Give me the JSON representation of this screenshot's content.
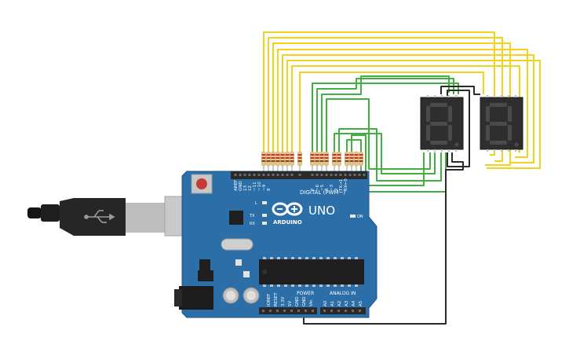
{
  "board": {
    "brand": "ARDUINO",
    "model": "UNO",
    "digital_label": "DIGITAL (PWM~)",
    "power_label": "POWER",
    "analog_label": "ANALOG IN",
    "on_label": "ON",
    "l_label": "L",
    "tx_label": "TX",
    "rx_label": "RX",
    "digital_pins": [
      "AREF",
      "GND",
      "13",
      "12",
      "~11",
      "~10",
      "~9",
      "8",
      "7",
      "~6",
      "~5",
      "4",
      "~3",
      "2",
      "TX→1",
      "RX←0"
    ],
    "power_pins": [
      "IOREF",
      "RESET",
      "3.3V",
      "5V",
      "GND",
      "GND",
      "Vin"
    ],
    "analog_pins": [
      "A0",
      "A1",
      "A2",
      "A3",
      "A4",
      "A5"
    ]
  },
  "displays": [
    {
      "name": "seven-segment-display-1"
    },
    {
      "name": "seven-segment-display-2"
    }
  ],
  "colors": {
    "board": "#2b6ea8",
    "wire_yellow": "#f2d21b",
    "wire_green": "#3fb13f",
    "wire_black": "#2a2a2a",
    "display_body": "#2e2e2e",
    "segment_off": "#4a4a4a",
    "resistor": "#e3c48c"
  }
}
